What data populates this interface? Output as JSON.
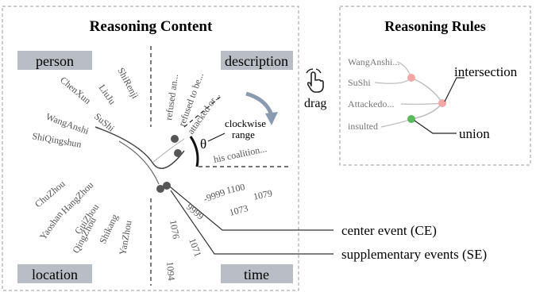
{
  "reasoning_content": {
    "title": "Reasoning Content",
    "quadrant_labels": {
      "person": "person",
      "description": "description",
      "location": "location",
      "time": "time"
    },
    "persons": [
      "ShiRenji",
      "LiuJu",
      "ChenXun",
      "SuShi",
      "WangAnshi",
      "ShiQingshun"
    ],
    "descriptions": [
      "refused an...",
      "refused to be...",
      "attacked or...",
      "his coalition..."
    ],
    "locations": [
      "ChuZhou",
      "HangZhou",
      "Yaoshan",
      "GuiZhou",
      "QingZhou",
      "Shikang",
      "YanZhou"
    ],
    "times": [
      "1100",
      "1079",
      "-9999",
      "1073",
      "9999",
      "1076",
      "1071",
      "1094"
    ],
    "clockwise_label": "clockwise",
    "range_label": "range",
    "theta_symbol": "θ"
  },
  "drag": {
    "label": "drag",
    "icon": "hand-drag-icon"
  },
  "reasoning_rules": {
    "title": "Reasoning Rules",
    "items": [
      "WangAnshi...",
      "SuShi",
      "Attackedo...",
      "insulted"
    ],
    "intersection_label": "intersection",
    "union_label": "union",
    "intersection_color": "#f2a6a6",
    "union_color": "#5cb85c"
  },
  "legend": {
    "center_event": "center event (CE)",
    "supplementary_events": "supplementary events (SE)"
  }
}
